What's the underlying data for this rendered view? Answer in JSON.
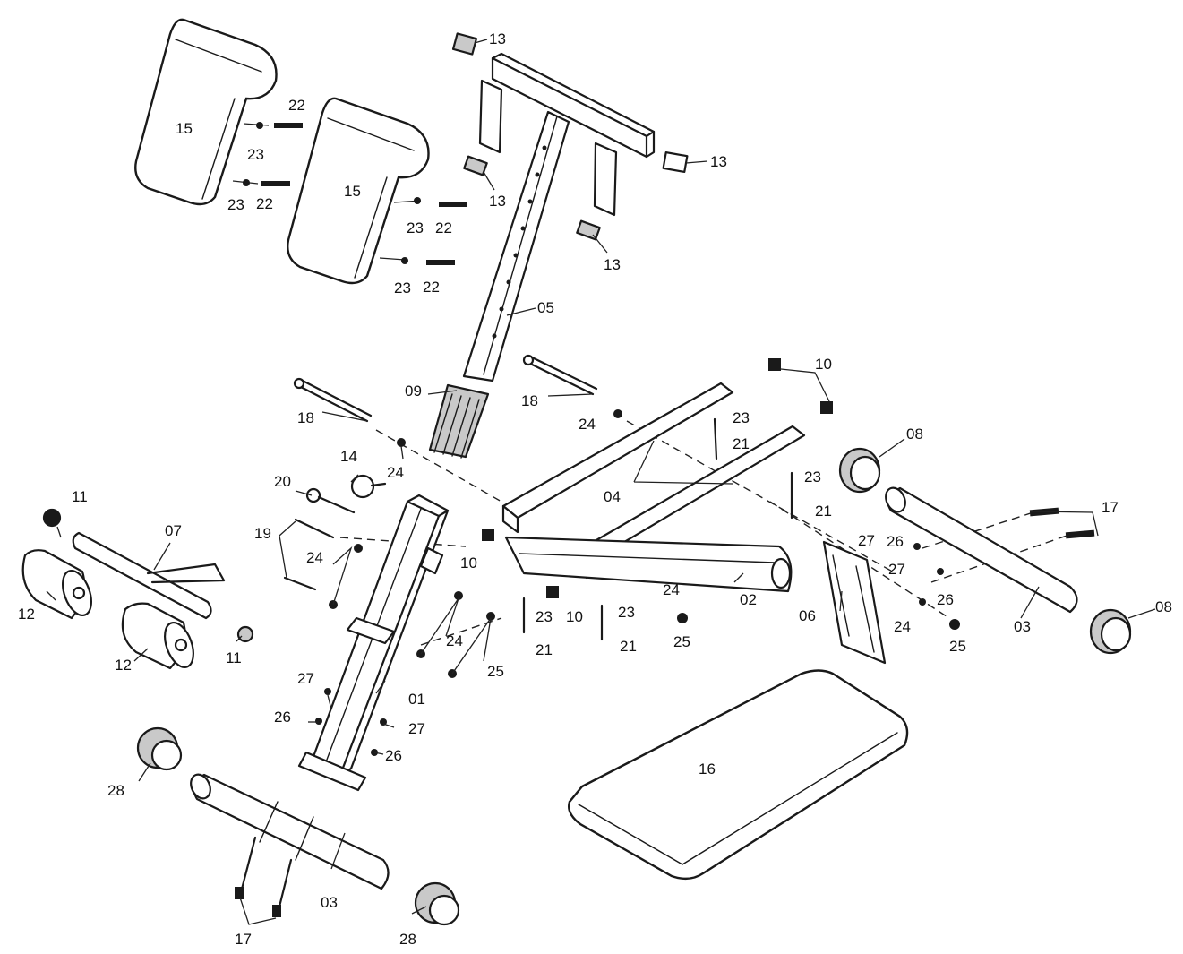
{
  "diagram": {
    "labels": {
      "l01": "01",
      "l02": "02",
      "l03a": "03",
      "l03b": "03",
      "l04": "04",
      "l05": "05",
      "l06": "06",
      "l07": "07",
      "l08a": "08",
      "l08b": "08",
      "l09": "09",
      "l10a": "10",
      "l10b": "10",
      "l10c": "10",
      "l11a": "11",
      "l11b": "11",
      "l12a": "12",
      "l12b": "12",
      "l13a": "13",
      "l13b": "13",
      "l13c": "13",
      "l13d": "13",
      "l14": "14",
      "l15a": "15",
      "l15b": "15",
      "l16": "16",
      "l17a": "17",
      "l17b": "17",
      "l18a": "18",
      "l18b": "18",
      "l19": "19",
      "l20": "20",
      "l21a": "21",
      "l21b": "21",
      "l21c": "21",
      "l21d": "21",
      "l22a": "22",
      "l22b": "22",
      "l22c": "22",
      "l22d": "22",
      "l23a": "23",
      "l23b": "23",
      "l23c": "23",
      "l23d": "23",
      "l23e": "23",
      "l23f": "23",
      "l23g": "23",
      "l23h": "23",
      "l24a": "24",
      "l24b": "24",
      "l24c": "24",
      "l24d": "24",
      "l24e": "24",
      "l24f": "24",
      "l25a": "25",
      "l25b": "25",
      "l25c": "25",
      "l26a": "26",
      "l26b": "26",
      "l26c": "26",
      "l26d": "26",
      "l27a": "27",
      "l27b": "27",
      "l27c": "27",
      "l27d": "27",
      "l28a": "28",
      "l28b": "28"
    }
  }
}
